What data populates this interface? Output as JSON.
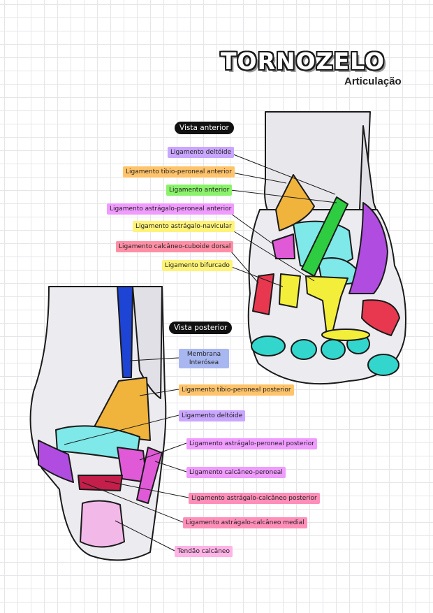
{
  "title": "TORNOZELO",
  "subtitle": "Articulação",
  "anterior": {
    "view_title": "Vista anterior",
    "labels": [
      {
        "text": "Ligamento deltóide",
        "color": "#c9a6ff"
      },
      {
        "text": "Ligamento tibio-peroneal anterior",
        "color": "#ffc46b"
      },
      {
        "text": "Ligamento anterior",
        "color": "#8af26b"
      },
      {
        "text": "Ligamento astrágalo-peroneal anterior",
        "color": "#f09bff"
      },
      {
        "text": "Ligamento astrágalo-navicular",
        "color": "#fff37a"
      },
      {
        "text": "Ligamento calcâneo-cuboide dorsal",
        "color": "#ff8fa6"
      },
      {
        "text": "Ligamento bifurcado",
        "color": "#fff37a"
      }
    ]
  },
  "posterior": {
    "view_title": "Vista posterior",
    "labels": [
      {
        "text": "Membrana\nInterósea",
        "color": "#a9b7f0"
      },
      {
        "text": "Ligamento tibio-peroneal posterior",
        "color": "#ffc46b"
      },
      {
        "text": "Ligamento deltóide",
        "color": "#c9a6ff"
      },
      {
        "text": "Ligamento astrágalo-peroneal posterior",
        "color": "#f09bff"
      },
      {
        "text": "Ligamento calcâneo-peroneal",
        "color": "#f09bff"
      },
      {
        "text": "Ligamento astrágalo-calcâneo posterior",
        "color": "#ff8fb8"
      },
      {
        "text": "Ligamento astrágalo-calcâneo medial",
        "color": "#ff8fb8"
      },
      {
        "text": "Tendão calcâneo",
        "color": "#ffb3e6"
      }
    ]
  },
  "colors": {
    "bone": "#e8e8ec",
    "outline": "#1a1a1a",
    "cartilage": "#33d6cc",
    "cartilage_light": "#7fe8e8",
    "deltoid": "#b04ce0",
    "tibiofibular": "#f0b43c",
    "anterior": "#2ecc40",
    "talofibular": "#e05ad8",
    "talonavicular": "#f2ee3a",
    "calcaneocuboid": "#e8384f",
    "interosseous": "#1e44d6",
    "tendon": "#f2b8e8"
  }
}
